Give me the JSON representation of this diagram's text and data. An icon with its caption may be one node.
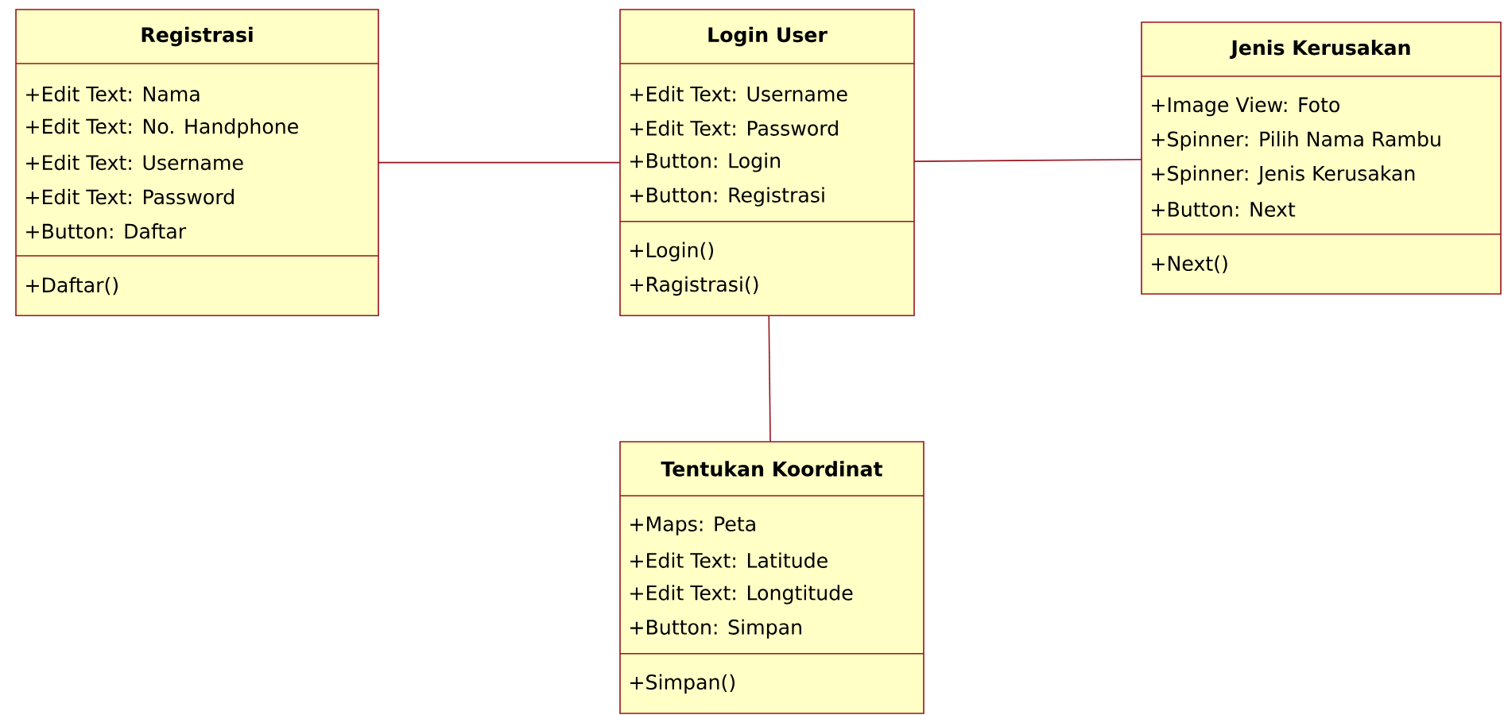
{
  "diagram": {
    "nodes": [
      {
        "text": [
          "Registrasi",
          "+Edit Text: Nama",
          "+Edit Text: No. Handphone",
          "+Edit Text: Username",
          "+Edit Text: Password",
          "+Button: Daftar",
          "+Daftar()"
        ]
      },
      {
        "text": [
          "Login User",
          "+Edit Text: Username",
          "+Edit Text: Password",
          "+Button: Login",
          "+Button: Registrasi",
          "+Login()",
          "+Ragistrasi()"
        ]
      },
      {
        "text": [
          "Jenis Kerusakan",
          "+Image View: Foto",
          "+Spinner: Pilih Nama Rambu",
          "+Spinner: Jenis Kerusakan",
          "+Button: Next",
          "+Next()"
        ]
      },
      {
        "text": [
          "Tentukan Koordinat",
          "+Maps: Peta",
          "+Edit Text: Latitude",
          "+Edit Text: Longtitude",
          "+Button: Simpan",
          "+Simpan()"
        ]
      }
    ],
    "edges": [
      {
        "from": 0,
        "to": 1,
        "arrow": "none"
      },
      {
        "from": 1,
        "to": 2,
        "arrow": "none"
      },
      {
        "from": 1,
        "to": 3,
        "arrow": "none"
      }
    ]
  }
}
